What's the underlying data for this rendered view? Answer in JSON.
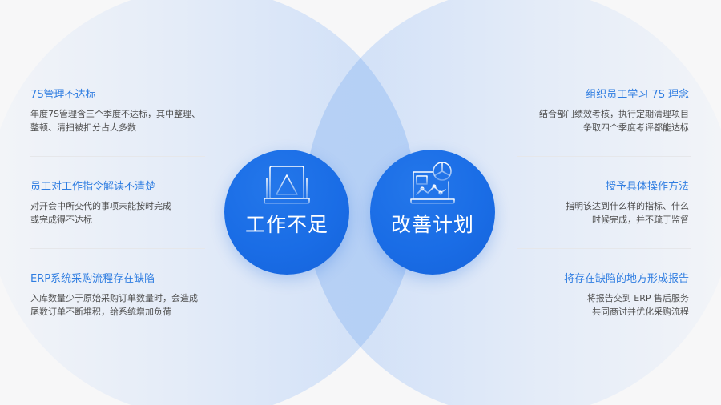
{
  "colors": {
    "accent": "#2f7de1",
    "circle": "#1a6de6",
    "body_text": "#505050",
    "background": "#f7f7f8"
  },
  "center": {
    "left": {
      "label": "工作不足",
      "icon": "laptop-warning-icon"
    },
    "right": {
      "label": "改善计划",
      "icon": "laptop-chart-icon"
    }
  },
  "left_items": [
    {
      "title": "7S管理不达标",
      "desc_lines": [
        "年度7S管理含三个季度不达标，其中整理、",
        "整顿、清扫被扣分占大多数"
      ]
    },
    {
      "title": "员工对工作指令解读不清楚",
      "desc_lines": [
        "对开会中所交代的事项未能按时完成",
        "或完成得不达标"
      ]
    },
    {
      "title": "ERP系统采购流程存在缺陷",
      "desc_lines": [
        "入库数量少于原始采购订单数量时，会造成",
        "尾数订单不断堆积，给系统增加负荷"
      ]
    }
  ],
  "right_items": [
    {
      "title": "组织员工学习 7S 理念",
      "desc_lines": [
        "结合部门绩效考核，执行定期清理项目",
        "争取四个季度考评都能达标"
      ]
    },
    {
      "title": "授予具体操作方法",
      "desc_lines": [
        "指明该达到什么样的指标、什么",
        "时候完成，并不疏于监督"
      ]
    },
    {
      "title": "将存在缺陷的地方形成报告",
      "desc_lines": [
        "将报告交到 ERP 售后服务",
        "共同商讨并优化采购流程"
      ]
    }
  ]
}
